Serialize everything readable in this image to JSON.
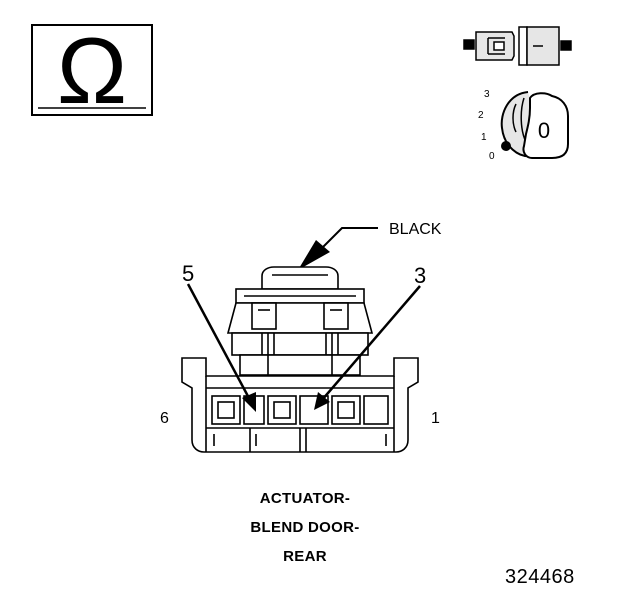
{
  "ohm_symbol": "Ω",
  "callout_color_label": "BLACK",
  "pin_callouts": {
    "left": "5",
    "right": "3"
  },
  "end_pins": {
    "left": "6",
    "right": "1"
  },
  "key_positions": [
    "3",
    "2",
    "1",
    "0"
  ],
  "key_label": "0",
  "caption": {
    "line1": "ACTUATOR-",
    "line2": "BLEND DOOR-",
    "line3": "REAR"
  },
  "figure_number": "324468",
  "icons": {
    "meter": "ohmmeter-icon",
    "connector": "disconnected-connector-icon",
    "ignition": "ignition-key-off-icon"
  },
  "colors": {
    "line": "#000000",
    "background": "#ffffff",
    "fill_gray": "#e6e6e6"
  }
}
